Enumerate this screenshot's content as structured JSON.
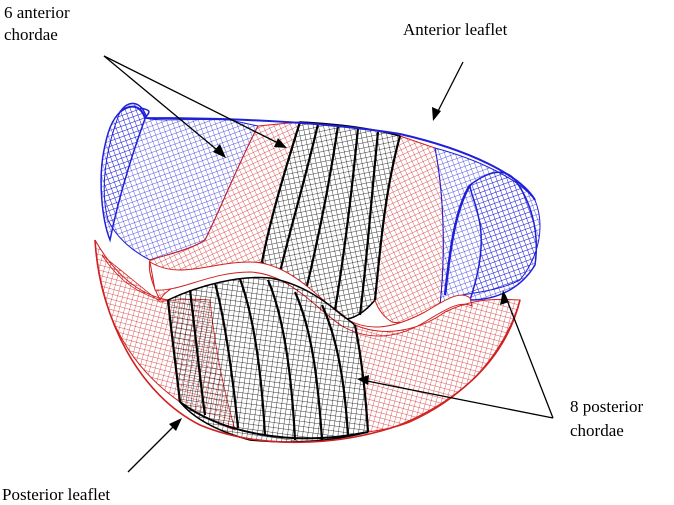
{
  "labels": {
    "anterior_chordae": [
      "6 anterior",
      "chordae"
    ],
    "anterior_leaflet": "Anterior leaflet",
    "posterior_chordae": [
      "8 posterior",
      "chordae"
    ],
    "posterior_leaflet": "Posterior leaflet"
  },
  "colors": {
    "blue_mesh": "#2020d8",
    "red_mesh": "#d02020",
    "black_mesh": "#000000"
  }
}
